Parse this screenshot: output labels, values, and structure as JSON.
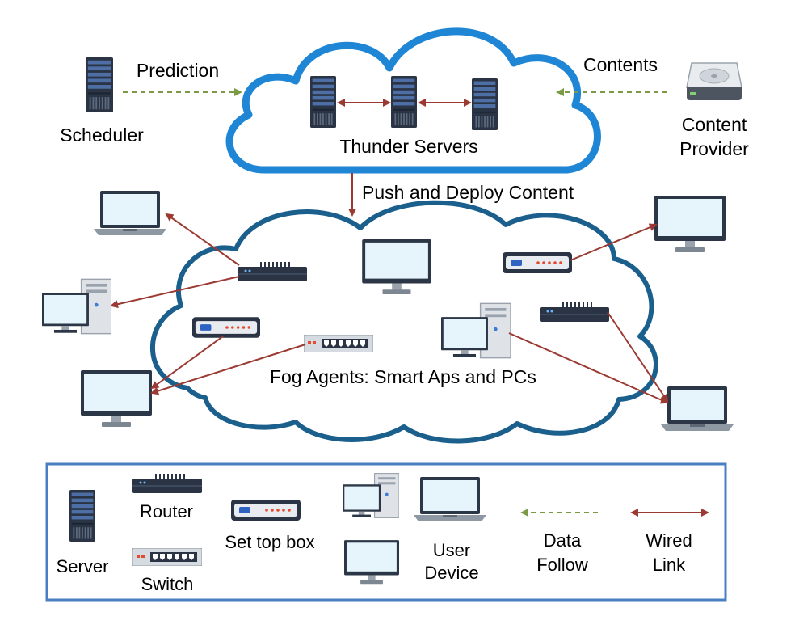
{
  "colors": {
    "thunder_cloud": "#1f86d6",
    "fog_cloud": "#1b5f8c",
    "wired_link": "#9b3a32",
    "data_flow": "#7c9a46",
    "legend_border": "#4a7fc1",
    "device_dark": "#2a3444",
    "screen": "#e6f4fb"
  },
  "top": {
    "scheduler_label": "Scheduler",
    "prediction_label": "Prediction",
    "thunder_servers_label": "Thunder Servers",
    "contents_label": "Contents",
    "content_provider_line1": "Content",
    "content_provider_line2": "Provider",
    "push_label": "Push and Deploy Content"
  },
  "fog": {
    "label": "Fog  Agents: Smart Aps and PCs"
  },
  "legend": {
    "server": "Server",
    "router": "Router",
    "switch": "Switch",
    "set_top_box": "Set top box",
    "user_device_line1": "User",
    "user_device_line2": "Device",
    "data_follow_line1": "Data",
    "data_follow_line2": "Follow",
    "wired_link_line1": "Wired",
    "wired_link_line2": "Link"
  }
}
